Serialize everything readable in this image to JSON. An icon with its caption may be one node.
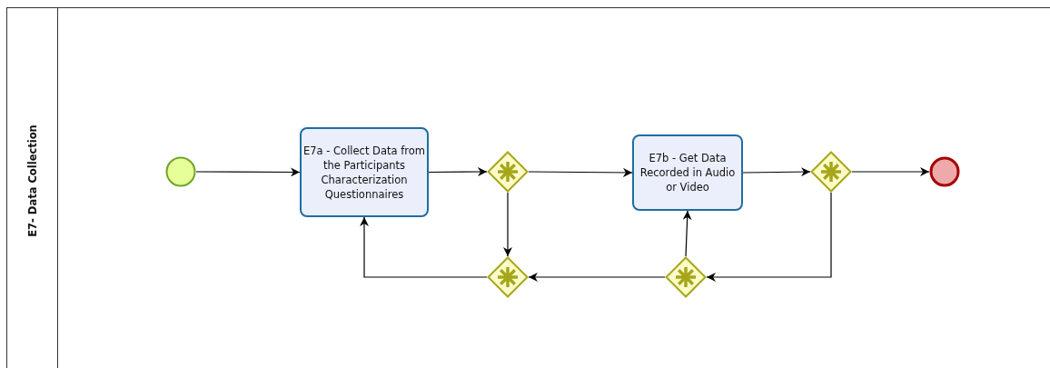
{
  "diagram": {
    "nodes": [
      {
        "text": [
          "E7- Data Collection"
        ]
      },
      {
        "text": [],
        "shape": "circle",
        "in": 0
      },
      {
        "text": [
          "E7a - Collect Data from the Participants Characterization Questionnaires"
        ],
        "in": 0
      },
      {
        "text": [],
        "shape": "diamond",
        "in": 0
      },
      {
        "text": [
          "E7b - Get Data Recorded in Audio or Video"
        ],
        "in": 0
      },
      {
        "text": [],
        "shape": "diamond",
        "in": 0
      },
      {
        "text": [],
        "shape": "circle",
        "in": 0
      },
      {
        "text": [],
        "shape": "diamond",
        "in": 0
      },
      {
        "text": [],
        "shape": "diamond",
        "in": 0
      }
    ],
    "edges": [
      {
        "from": 1,
        "to": 2,
        "arrow": "to"
      },
      {
        "from": 2,
        "to": 3,
        "arrow": "to"
      },
      {
        "from": 3,
        "to": 4,
        "arrow": "to"
      },
      {
        "from": 3,
        "to": 7,
        "arrow": "to"
      },
      {
        "from": 4,
        "to": 5,
        "arrow": "to"
      },
      {
        "from": 5,
        "to": 6,
        "arrow": "to"
      },
      {
        "from": 5,
        "to": 8,
        "arrow": "to"
      },
      {
        "from": 8,
        "to": 4,
        "arrow": "to"
      },
      {
        "from": 8,
        "to": 7,
        "arrow": "to"
      },
      {
        "from": 7,
        "to": 2,
        "arrow": "to"
      }
    ]
  }
}
